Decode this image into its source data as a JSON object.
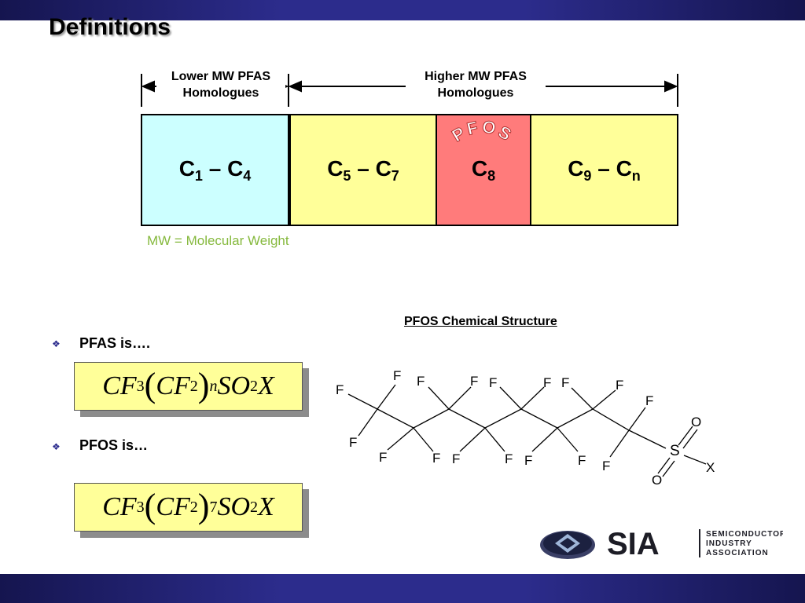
{
  "slide": {
    "title": "Definitions"
  },
  "ranges": {
    "lower_label_line1": "Lower MW PFAS",
    "lower_label_line2": "Homologues",
    "higher_label_line1": "Higher MW PFAS",
    "higher_label_line2": "Homologues"
  },
  "boxes": [
    {
      "base": "C",
      "sub1": "1",
      "sep": " – C",
      "sub2": "4",
      "color": "#ccffff"
    },
    {
      "base": "C",
      "sub1": "5",
      "sep": " – C",
      "sub2": "7",
      "color": "#ffff99"
    },
    {
      "base": "C",
      "sub1": "8",
      "sep": "",
      "sub2": "",
      "color": "#ff7b7b"
    },
    {
      "base": "C",
      "sub1": "9",
      "sep": " – C",
      "sub2": "n",
      "color": "#ffff99"
    }
  ],
  "pfos_arc_label": "PFOS",
  "footnote": "MW = Molecular Weight",
  "bullets": [
    {
      "text": "PFAS is….",
      "symbol": "❖"
    },
    {
      "text": "PFOS is…",
      "symbol": "❖"
    }
  ],
  "formulas": {
    "pfas": {
      "a": "CF",
      "a_sub": "3",
      "b": "CF",
      "b_sub": "2",
      "rep": "n",
      "c": "SO",
      "c_sub": "2",
      "d": "X"
    },
    "pfos": {
      "a": "CF",
      "a_sub": "3",
      "b": "CF",
      "b_sub": "2",
      "rep": "7",
      "c": "SO",
      "c_sub": "2",
      "d": "X"
    }
  },
  "chemical_structure": {
    "title": "PFOS Chemical Structure",
    "atom_labels": {
      "fluorine": "F",
      "sulfur": "S",
      "oxygen": "O",
      "x": "X"
    }
  },
  "logo": {
    "text": "SIA",
    "line1": "SEMICONDUCTOR",
    "line2": "INDUSTRY",
    "line3": "ASSOCIATION"
  },
  "colors": {
    "band": "#2c2c8c",
    "footnote": "#86b93e",
    "pfos_arc": "#ffffff",
    "formula_bg": "#ffff99"
  }
}
